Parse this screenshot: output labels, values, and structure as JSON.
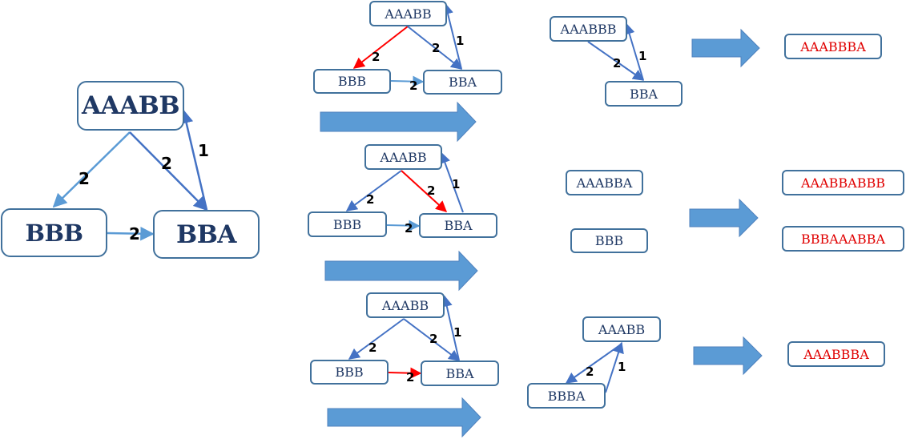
{
  "colors": {
    "node_border": "#41719c",
    "node_text": "#1f3864",
    "result_text": "#e00000",
    "edge_dark": "#4472c4",
    "edge_light": "#5b9bd5",
    "edge_highlight": "#ff0000",
    "arrow_fill": "#5b9bd5"
  },
  "main_graph": {
    "nodes": {
      "top": "AAABB",
      "left": "BBB",
      "right": "BBA"
    },
    "edges": {
      "top_left": "2",
      "top_right": "2",
      "right_top": "1",
      "left_right": "2"
    }
  },
  "row1": {
    "graph": {
      "nodes": {
        "top": "AAABB",
        "left": "BBB",
        "right": "BBA"
      },
      "edges": {
        "top_left": "2",
        "top_right": "2",
        "right_top": "1",
        "left_right": "2"
      }
    },
    "reduced": {
      "nodes": {
        "top": "AAABBB",
        "bottom": "BBA"
      },
      "edges": {
        "top_bottom": "2",
        "bottom_top": "1"
      }
    },
    "result": [
      "AAABBBA"
    ]
  },
  "row2": {
    "graph": {
      "nodes": {
        "top": "AAABB",
        "left": "BBB",
        "right": "BBA"
      },
      "edges": {
        "top_left": "2",
        "top_right": "2",
        "right_top": "1",
        "left_right": "2"
      }
    },
    "reduced": {
      "nodes": [
        "AAABBA",
        "BBB"
      ]
    },
    "result": [
      "AAABBABBB",
      "BBBAAABBA"
    ]
  },
  "row3": {
    "graph": {
      "nodes": {
        "top": "AAABB",
        "left": "BBB",
        "right": "BBA"
      },
      "edges": {
        "top_left": "2",
        "top_right": "2",
        "right_top": "1",
        "left_right": "2"
      }
    },
    "reduced": {
      "nodes": {
        "top": "AAABB",
        "bottom": "BBBA"
      },
      "edges": {
        "top_bottom": "2",
        "bottom_top": "1"
      }
    },
    "result": [
      "AAABBBA"
    ]
  }
}
